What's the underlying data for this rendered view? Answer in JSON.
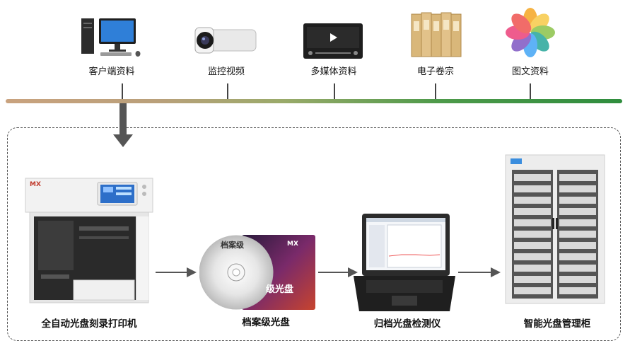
{
  "sources": [
    {
      "label": "客户端资料",
      "icon": "desktop-computer-icon"
    },
    {
      "label": "监控视频",
      "icon": "security-camera-icon"
    },
    {
      "label": "多媒体资料",
      "icon": "media-player-icon"
    },
    {
      "label": "电子卷宗",
      "icon": "archive-folders-icon"
    },
    {
      "label": "图文资料",
      "icon": "photos-flower-icon"
    }
  ],
  "devices": [
    {
      "label": "全自动光盘刻录打印机"
    },
    {
      "label": "档案级光盘",
      "disc_text": "档案级",
      "case_text": "级光盘",
      "brand": "MX"
    },
    {
      "label": "归档光盘检测仪"
    },
    {
      "label": "智能光盘管理柜"
    }
  ],
  "brand": {
    "printer_logo": "MX"
  },
  "colors": {
    "timeline_start": "#c9a27e",
    "timeline_end": "#2f8d3e",
    "arrow": "#555555"
  }
}
